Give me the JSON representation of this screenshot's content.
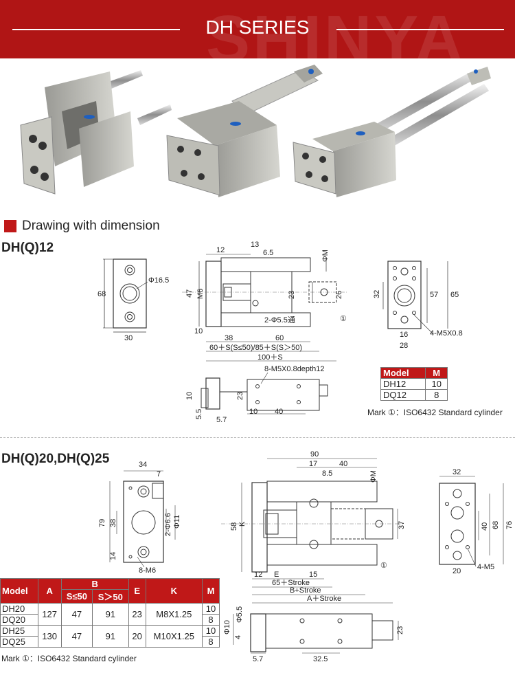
{
  "header": {
    "title": "DH SERIES",
    "watermark": "SHINYA"
  },
  "section": {
    "title": "Drawing with dimension"
  },
  "dh12": {
    "heading": "DH(Q)12",
    "front": {
      "d1": "Φ16.5",
      "h": "68",
      "w": "30"
    },
    "side": {
      "top1": "12",
      "top2": "13",
      "top3": "6.5",
      "phiM": "ΦM",
      "m6": "M6",
      "h47": "47",
      "h23": "23",
      "h26": "26",
      "hole": "2-Φ5.5通",
      "mark": "①",
      "b10": "10",
      "b38": "38",
      "b60": "60",
      "f1": "60＋S(S≤50)/85＋S(S＞50)",
      "f2": "100＋S"
    },
    "end": {
      "h32": "32",
      "h57": "57",
      "h65": "65",
      "w16": "16",
      "w28": "28",
      "thread": "4-M5X0.8"
    },
    "bottom": {
      "thread": "8-M5X0.8depth12",
      "h10": "10",
      "h55": "5.5",
      "h23": "23",
      "w57": "5.7",
      "w10": "10",
      "w40": "40"
    },
    "table": {
      "headers": [
        "Model",
        "M"
      ],
      "rows": [
        [
          "DH12",
          "10"
        ],
        [
          "DQ12",
          "8"
        ]
      ]
    },
    "mark": "Mark ①：ISO6432 Standard cylinder"
  },
  "dh20": {
    "heading": "DH(Q)20,DH(Q)25",
    "front": {
      "w34": "34",
      "w7": "7",
      "h79": "79",
      "h38": "38",
      "d1": "2-Φ6.6",
      "d2": "Φ11",
      "h14": "14",
      "thread": "8-M6"
    },
    "side": {
      "t90": "90",
      "t17": "17",
      "t40": "40",
      "t85": "8.5",
      "phiM": "ΦM",
      "h58": "58",
      "k": "K",
      "h37": "37",
      "mark": "①",
      "b12": "12",
      "e": "E",
      "b15": "15",
      "f1": "65＋Stroke",
      "f2": "B+Stroke",
      "f3": "A＋Stroke"
    },
    "end": {
      "w32": "32",
      "h40": "40",
      "h68": "68",
      "h76": "76",
      "w20": "20",
      "thread": "4-M5"
    },
    "bottom": {
      "d10": "Φ10",
      "d55": "Φ5.5",
      "h4": "4",
      "h23": "23",
      "w57": "5.7",
      "w325": "32.5"
    },
    "table": {
      "headers": [
        "Model",
        "A",
        "B",
        "E",
        "K",
        "M"
      ],
      "subheaders": [
        "S≤50",
        "S＞50"
      ],
      "rows": [
        {
          "models": [
            "DH20",
            "DQ20"
          ],
          "a": "127",
          "b1": "47",
          "b2": "91",
          "e": "23",
          "k": "M8X1.25",
          "m": [
            "10",
            "8"
          ]
        },
        {
          "models": [
            "DH25",
            "DQ25"
          ],
          "a": "130",
          "b1": "47",
          "b2": "91",
          "e": "20",
          "k": "M10X1.25",
          "m": [
            "10",
            "8"
          ]
        }
      ]
    },
    "mark": "Mark ①：ISO6432 Standard cylinder"
  }
}
